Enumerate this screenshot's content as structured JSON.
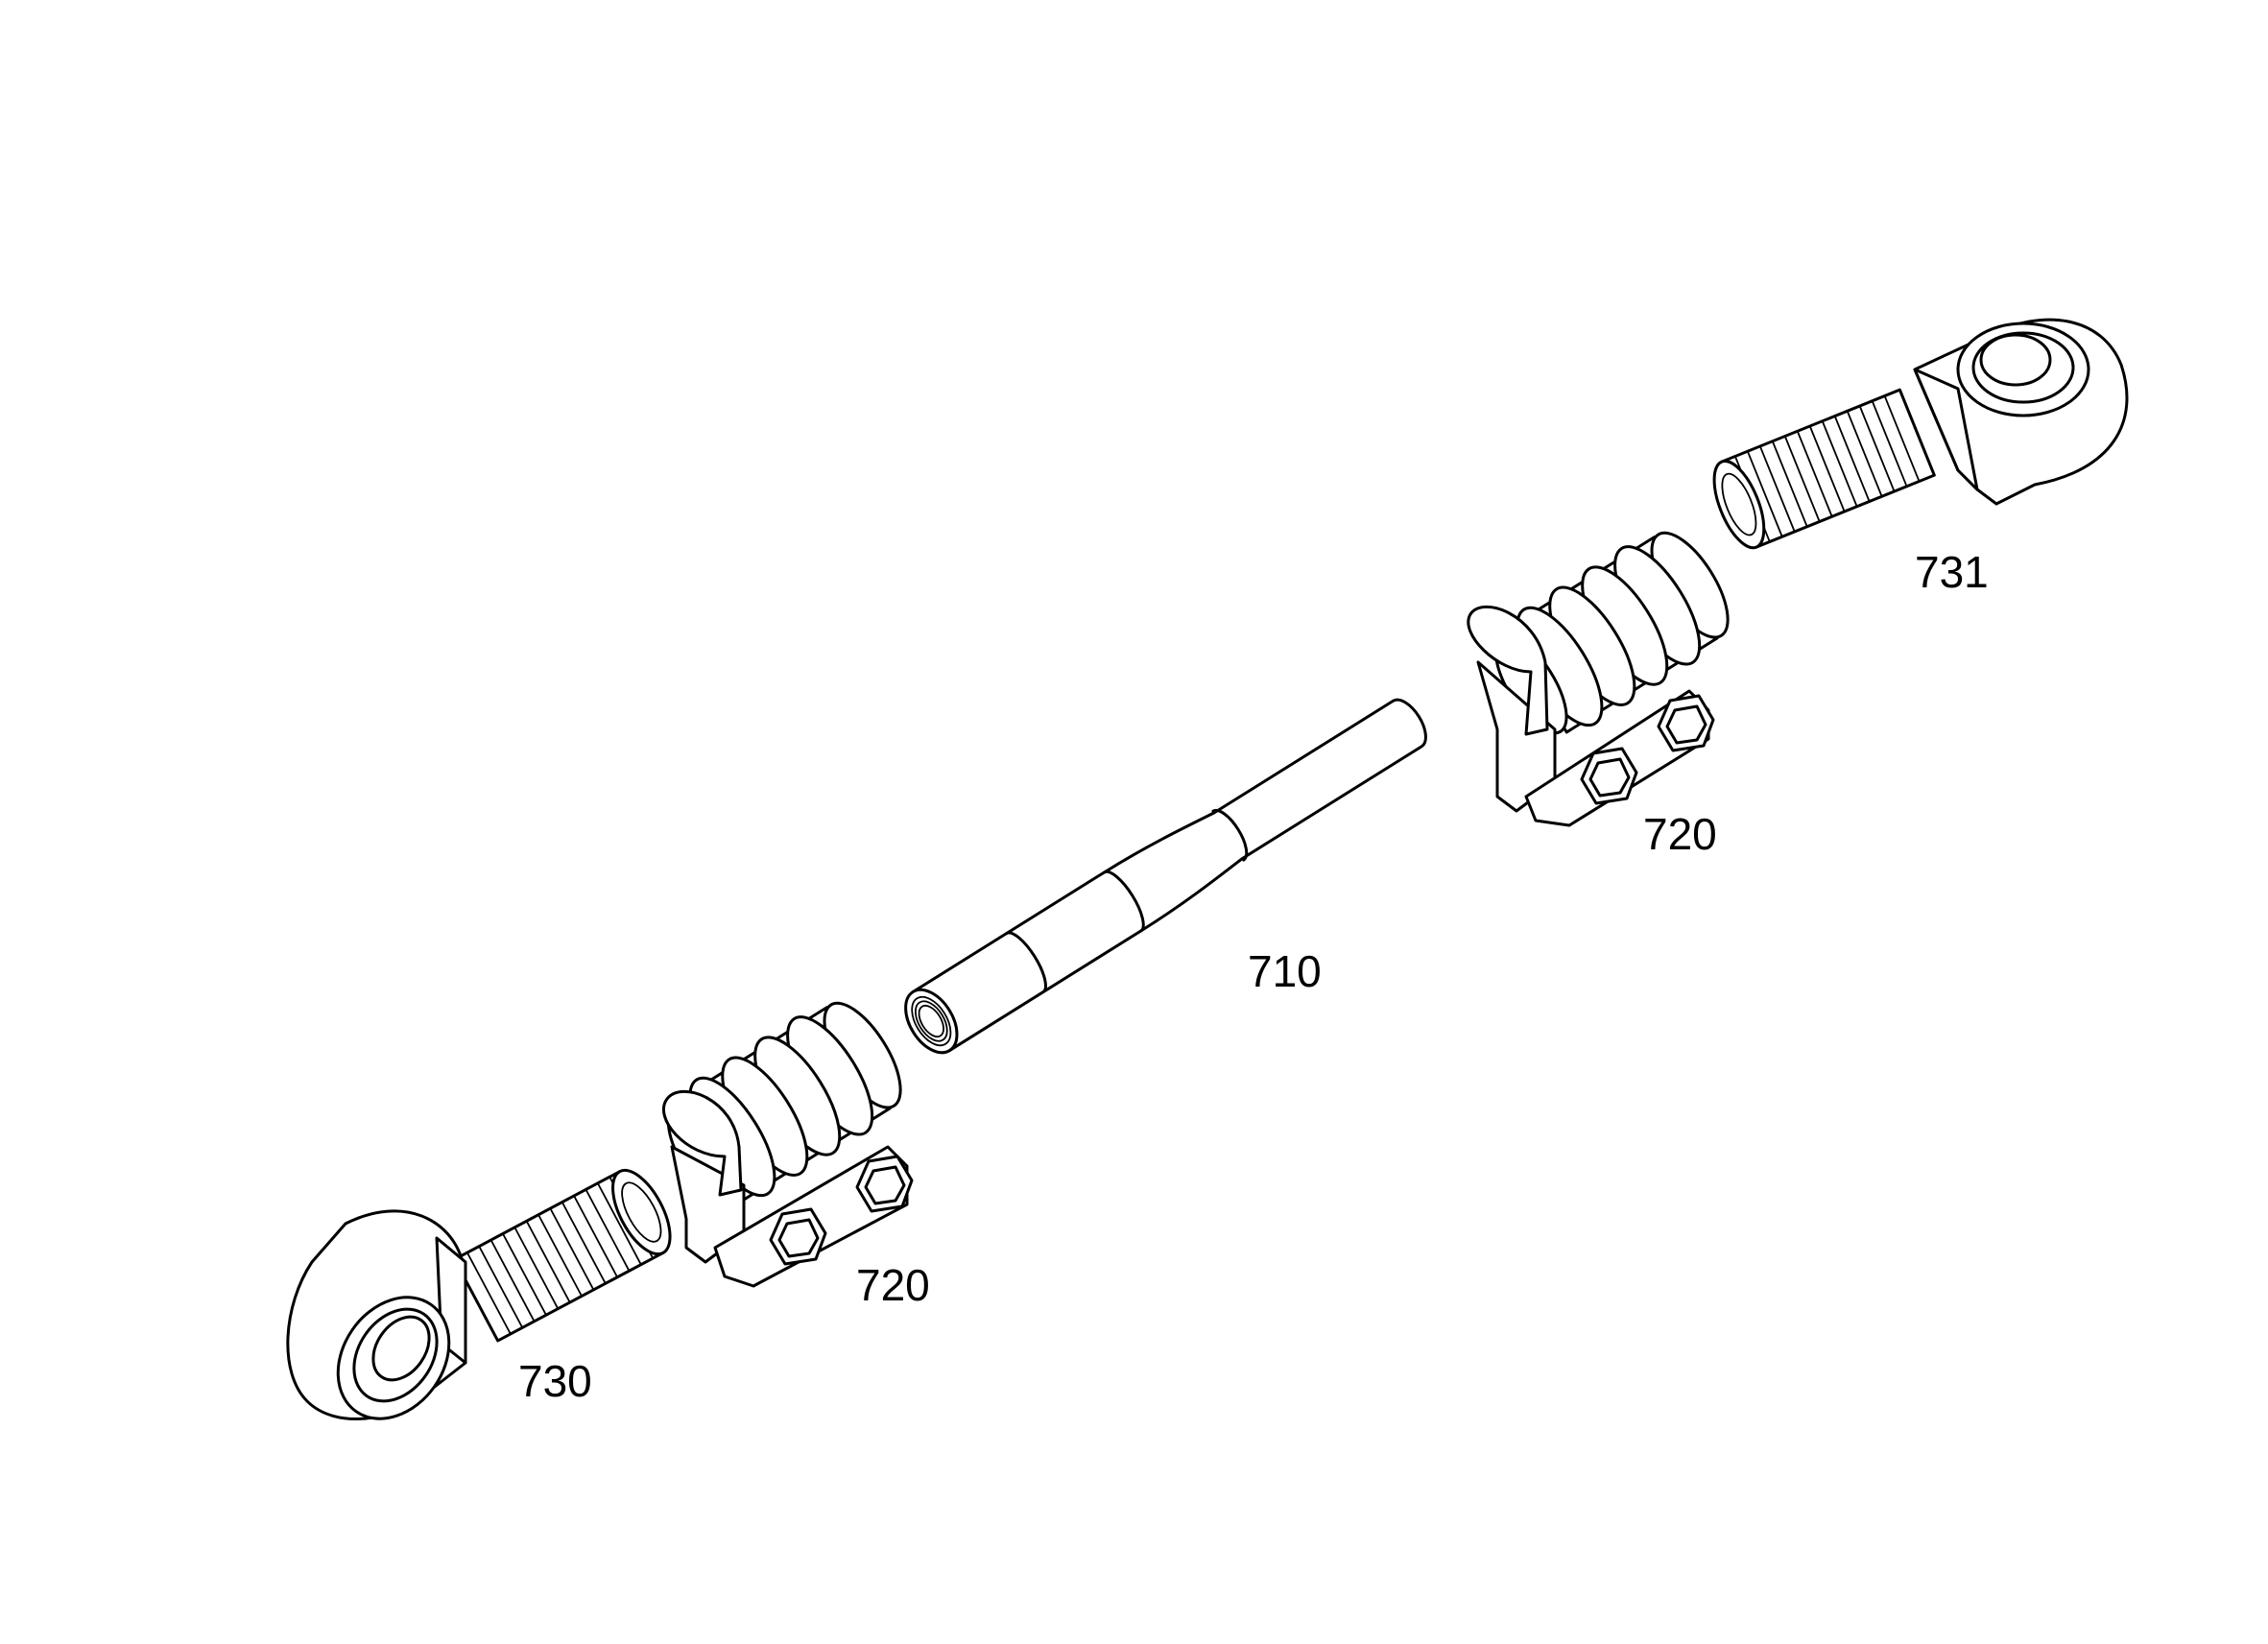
{
  "labels": {
    "tube": "710",
    "clamp_upper": "720",
    "clamp_lower": "720",
    "rod_end_lower": "730",
    "rod_end_upper": "731"
  }
}
